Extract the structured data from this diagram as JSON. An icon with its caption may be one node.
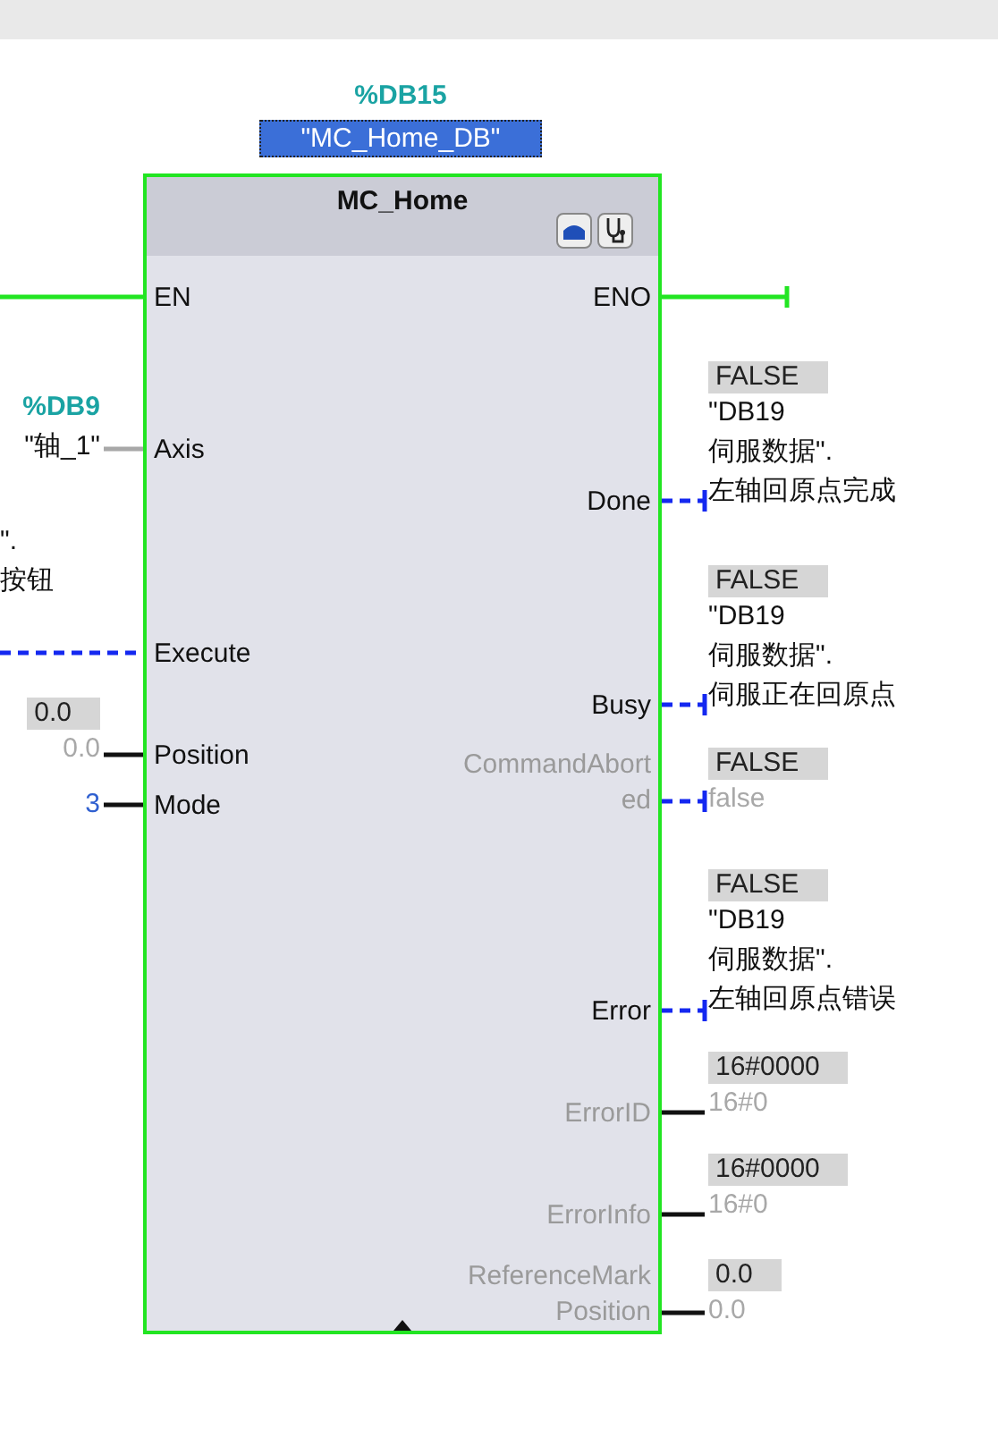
{
  "diagram": {
    "nodes": [
      {
        "text": [
          "MC_Home"
        ],
        "beside": [
          "%DB15",
          "\"MC_Home_DB\""
        ]
      },
      {
        "text": [
          "EN"
        ],
        "in": 0
      },
      {
        "text": [
          "Axis"
        ],
        "in": 0
      },
      {
        "text": [
          "Execute"
        ],
        "in": 0
      },
      {
        "text": [
          "Position"
        ],
        "in": 0
      },
      {
        "text": [
          "Mode"
        ],
        "in": 0
      },
      {
        "text": [
          "ENO"
        ],
        "in": 0
      },
      {
        "text": [
          "Done"
        ],
        "in": 0
      },
      {
        "text": [
          "Busy"
        ],
        "in": 0
      },
      {
        "text": [
          "CommandAborted"
        ],
        "in": 0
      },
      {
        "text": [
          "Error"
        ],
        "in": 0
      },
      {
        "text": [
          "ErrorID"
        ],
        "in": 0
      },
      {
        "text": [
          "ErrorInfo"
        ],
        "in": 0
      },
      {
        "text": [
          "ReferenceMarkPosition"
        ],
        "in": 0
      },
      {
        "text": [
          "%DB9",
          "\"轴_1\""
        ]
      },
      {
        "text": [
          "0.0",
          "0.0"
        ]
      },
      {
        "text": [
          "3"
        ]
      },
      {
        "text": [
          "FALSE",
          "\"DB19 伺服数据\".左轴回原点完成"
        ]
      },
      {
        "text": [
          "FALSE",
          "\"DB19 伺服数据\".伺服正在回原点"
        ]
      },
      {
        "text": [
          "FALSE",
          "false"
        ]
      },
      {
        "text": [
          "FALSE",
          "\"DB19 伺服数据\".左轴回原点错误"
        ]
      },
      {
        "text": [
          "16#0000",
          "16#0"
        ]
      },
      {
        "text": [
          "16#0000",
          "16#0"
        ]
      },
      {
        "text": [
          "0.0",
          "0.0"
        ]
      },
      {
        "text": [],
        "shape": "bar"
      }
    ],
    "edges": [
      {
        "from": null,
        "to": 1,
        "arrow": "none",
        "color": "#22e522"
      },
      {
        "from": 14,
        "to": 2,
        "arrow": "none",
        "color": "#a8a8a8"
      },
      {
        "from": null,
        "to": 3,
        "arrow": "none",
        "style": "dashed",
        "color": "#1428f0"
      },
      {
        "from": 15,
        "to": 4,
        "arrow": "none",
        "color": "#111111"
      },
      {
        "from": 16,
        "to": 5,
        "arrow": "none",
        "color": "#111111"
      },
      {
        "from": 6,
        "to": null,
        "arrow": "other",
        "color": "#22e522"
      },
      {
        "from": 7,
        "to": 17,
        "arrow": "other",
        "style": "dashed",
        "color": "#1428f0"
      },
      {
        "from": 8,
        "to": 18,
        "arrow": "other",
        "style": "dashed",
        "color": "#1428f0"
      },
      {
        "from": 9,
        "to": 19,
        "arrow": "other",
        "style": "dashed",
        "color": "#1428f0"
      },
      {
        "from": 10,
        "to": 20,
        "arrow": "other",
        "style": "dashed",
        "color": "#1428f0"
      },
      {
        "from": 11,
        "to": 21,
        "arrow": "none",
        "color": "#111111"
      },
      {
        "from": 12,
        "to": 22,
        "arrow": "none",
        "color": "#111111"
      },
      {
        "from": 13,
        "to": 23,
        "arrow": "none",
        "color": "#111111"
      }
    ],
    "labels": [
      "\".",
      "按钮"
    ]
  }
}
